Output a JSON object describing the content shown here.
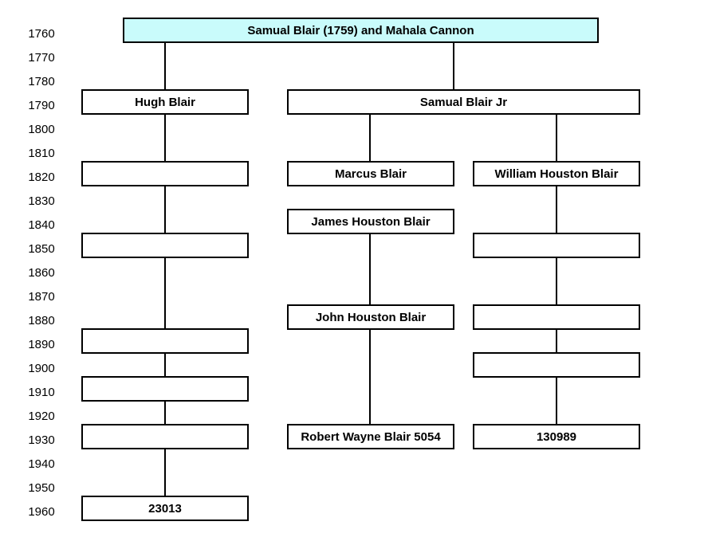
{
  "years": [
    "1760",
    "1770",
    "1780",
    "1790",
    "1800",
    "1810",
    "1820",
    "1830",
    "1840",
    "1850",
    "1860",
    "1870",
    "1880",
    "1890",
    "1900",
    "1910",
    "1920",
    "1930",
    "1940",
    "1950",
    "1960"
  ],
  "colors": {
    "root_fill": "#c9fbfb",
    "box_fill": "#ffffff",
    "line": "#000000"
  },
  "people": {
    "root": "Samual Blair (1759) and Mahala Cannon",
    "hugh": "Hugh Blair",
    "samual_jr": "Samual Blair Jr",
    "marcus": "Marcus Blair",
    "william": "William Houston Blair",
    "james": "James Houston Blair",
    "john": "John Houston Blair",
    "robert": "Robert Wayne Blair 5054",
    "kit_130989": "130989",
    "kit_23013": "23013",
    "blank": ""
  }
}
